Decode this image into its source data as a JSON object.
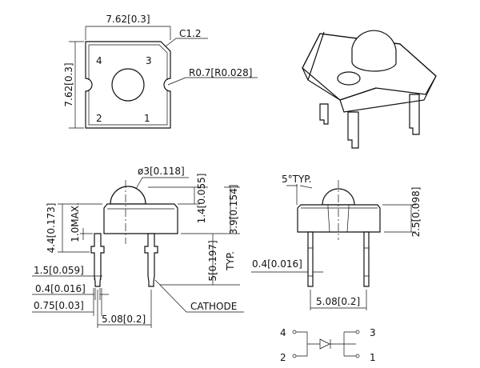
{
  "top_view": {
    "width_dim": "7.62[0.3]",
    "height_dim": "7.62[0.3]",
    "chamfer": "C1.2",
    "radius": "R0.7[R0.028]",
    "pins": [
      "4",
      "3",
      "2",
      "1"
    ]
  },
  "front_view": {
    "lens_dia": "ø3[0.118]",
    "dome_height": "1.4[0.055]",
    "total_height": "3.9[0.154]",
    "body_height": "4.4[0.173]",
    "max_label": "1.0MAX.",
    "lead_len": "5[0.197]",
    "typ": "TYP.",
    "shoulder": "1.5[0.059]",
    "lead_w": "0.4[0.016]",
    "lead_w2": "0.75[0.03]",
    "pitch": "5.08[0.2]",
    "cathode": "CATHODE"
  },
  "side_view": {
    "draft": "5°TYP.",
    "height": "2.5[0.098]",
    "lead_w": "0.4[0.016]",
    "pitch": "5.08[0.2]"
  },
  "schematic": {
    "pins": [
      "4",
      "3",
      "2",
      "1"
    ]
  }
}
